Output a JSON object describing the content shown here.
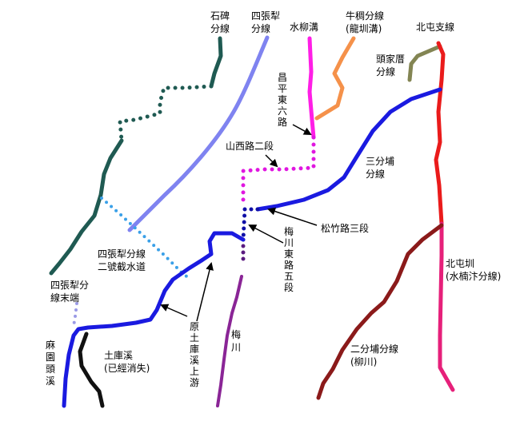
{
  "labels": {
    "shibei": [
      "石碑",
      "分線"
    ],
    "sizhangli": [
      "四張犁",
      "分線"
    ],
    "shuiliugou": [
      "水柳溝"
    ],
    "niuchou": [
      "牛稠分線",
      "(龍圳溝)"
    ],
    "beitun_branch": [
      "北屯支線"
    ],
    "toujiacuo": [
      "頭家厝",
      "分線"
    ],
    "changping": [
      "昌",
      "平",
      "東",
      "六",
      "路"
    ],
    "shanxi": [
      "山西路二段"
    ],
    "sanfenpu": [
      "三分埔",
      "分線"
    ],
    "songzhu": [
      "松竹路三段"
    ],
    "meichuan_road": [
      "梅",
      "川",
      "東",
      "路",
      "五",
      "段"
    ],
    "sizhangli_no2": [
      "四張犁分線",
      "二號截水道"
    ],
    "sizhangli_end": [
      "四張犁分",
      "線末端"
    ],
    "beitun_canal": [
      "北屯圳",
      "(水楠汴分線)"
    ],
    "yuantuku": [
      "原",
      "土",
      "庫",
      "溪",
      "上",
      "游"
    ],
    "meichuan": [
      "梅",
      "川"
    ],
    "erfenpu": [
      "二分埔分線",
      "(柳川)"
    ],
    "mayuantou": [
      "麻",
      "園",
      "頭",
      "溪"
    ],
    "tukuxi": [
      "土庫溪",
      "(已經消失)"
    ]
  },
  "colors": {
    "shibei": "#1f5a52",
    "sizhangli": "#7f83f0",
    "shuiliugou": "#ff1ee6",
    "niuchou": "#f5914a",
    "beitun": "#ea1b1b",
    "toujiacuo": "#838553",
    "sanfenpu": "#1a1ae0",
    "magenta_dots": "#e016e0",
    "navy_dots": "#0f0fa6",
    "purple_dots": "#5a1a80",
    "meichuan": "#8a2596",
    "sizhangli_no2": "#3aa0e8",
    "sizhangli_end": "#9a9ae6",
    "beitun_canal": "#e6207a",
    "erfenpu": "#8b1a1a",
    "tukuxi": "#111111",
    "arrow": "#000000"
  }
}
